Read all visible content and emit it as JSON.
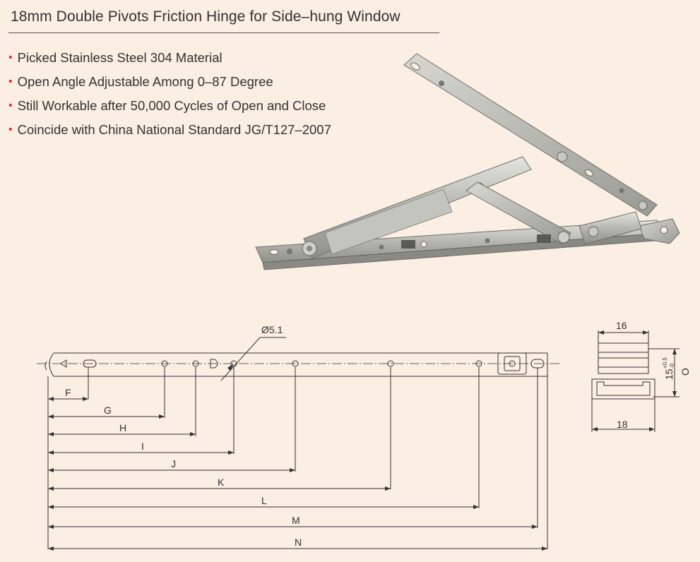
{
  "title": "18mm Double Pivots Friction Hinge for Side–hung Window",
  "features": [
    "Picked Stainless Steel 304 Material",
    "Open Angle Adjustable Among 0–87 Degree",
    "Still Workable after 50,000 Cycles of Open and Close",
    "Coincide with China National Standard JG/T127–2007"
  ],
  "drawing": {
    "hole_dia": "Ø5.1",
    "dims": [
      "F",
      "G",
      "H",
      "I",
      "J",
      "K",
      "L",
      "M",
      "N"
    ]
  },
  "section": {
    "top_width": "16",
    "bottom_width": "18",
    "height": "15",
    "tol_plus": "+0.5",
    "tol_minus": "-0",
    "label_o": "O"
  },
  "colors": {
    "background": "#fbeee3",
    "bullet": "#d13a2c",
    "steel": "#b9b9b4"
  },
  "icons": {
    "bullet": "•"
  }
}
